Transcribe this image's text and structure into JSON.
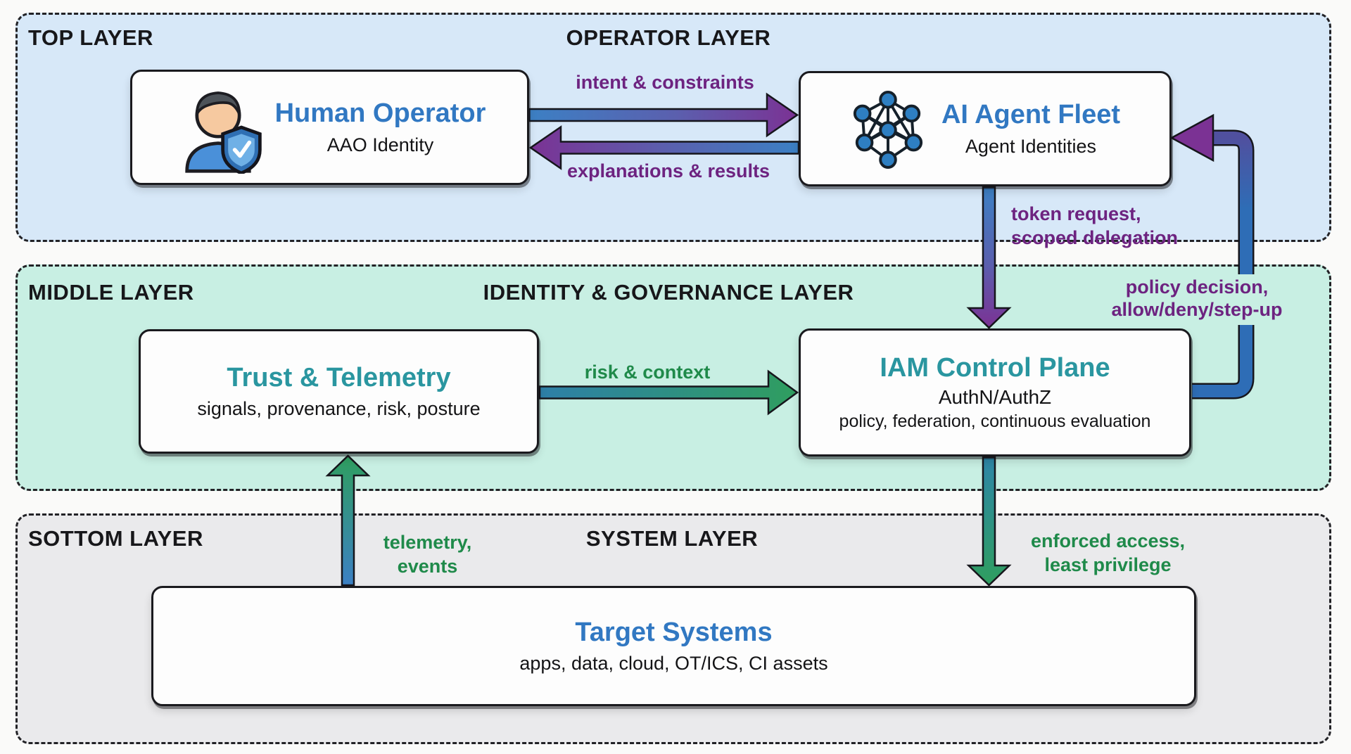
{
  "layers": {
    "top": {
      "left_label": "TOP LAYER",
      "center_label": "OPERATOR LAYER"
    },
    "middle": {
      "left_label": "MIDDLE LAYER",
      "center_label": "IDENTITY & GOVERNANCE LAYER"
    },
    "bottom": {
      "left_label": "SOTTOM LAYER",
      "center_label": "SYSTEM LAYER"
    }
  },
  "boxes": {
    "human_operator": {
      "title": "Human Operator",
      "subtitle": "AAO Identity"
    },
    "ai_agent_fleet": {
      "title": "AI Agent Fleet",
      "subtitle": "Agent Identities"
    },
    "trust_telemetry": {
      "title": "Trust & Telemetry",
      "subtitle": "signals, provenance, risk, posture"
    },
    "iam_control_plane": {
      "title": "IAM Control Plane",
      "subtitle": "AuthN/AuthZ",
      "detail": "policy, federation, continuous evaluation"
    },
    "target_systems": {
      "title": "Target Systems",
      "subtitle": "apps, data, cloud, OT/ICS, CI assets"
    }
  },
  "arrows": {
    "intent": {
      "label": "intent & constraints",
      "direction": "right"
    },
    "explanations": {
      "label": "explanations & results",
      "direction": "left"
    },
    "token": {
      "line1": "token request,",
      "line2": "scoped delegation",
      "direction": "down"
    },
    "policy": {
      "line1": "policy decision,",
      "line2": "allow/deny/step-up",
      "direction": "up-then-left"
    },
    "risk": {
      "label": "risk & context",
      "direction": "right"
    },
    "telemetry": {
      "line1": "telemetry,",
      "line2": "events",
      "direction": "up"
    },
    "enforced": {
      "line1": "enforced access,",
      "line2": "least privilege",
      "direction": "down"
    }
  },
  "icons": {
    "human_operator": "person-shield-icon",
    "ai_agent_fleet": "network-graph-icon"
  },
  "colors": {
    "top_band_bg": "#d7e8f8",
    "middle_band_bg": "#c8efe3",
    "bottom_band_bg": "#eaeaec",
    "page_bg": "#fafaf9",
    "box_bg": "#fdfdfd",
    "blue_title": "#3178c2",
    "teal_title": "#2a96a0",
    "purple_label": "#6d2380",
    "green_label": "#1f8a4a",
    "arrow_blue": "#2f6cb5",
    "arrow_purple": "#7b3294",
    "arrow_green": "#2f9e5f",
    "arrow_teal": "#2e7fa8",
    "outline": "#16161c"
  }
}
